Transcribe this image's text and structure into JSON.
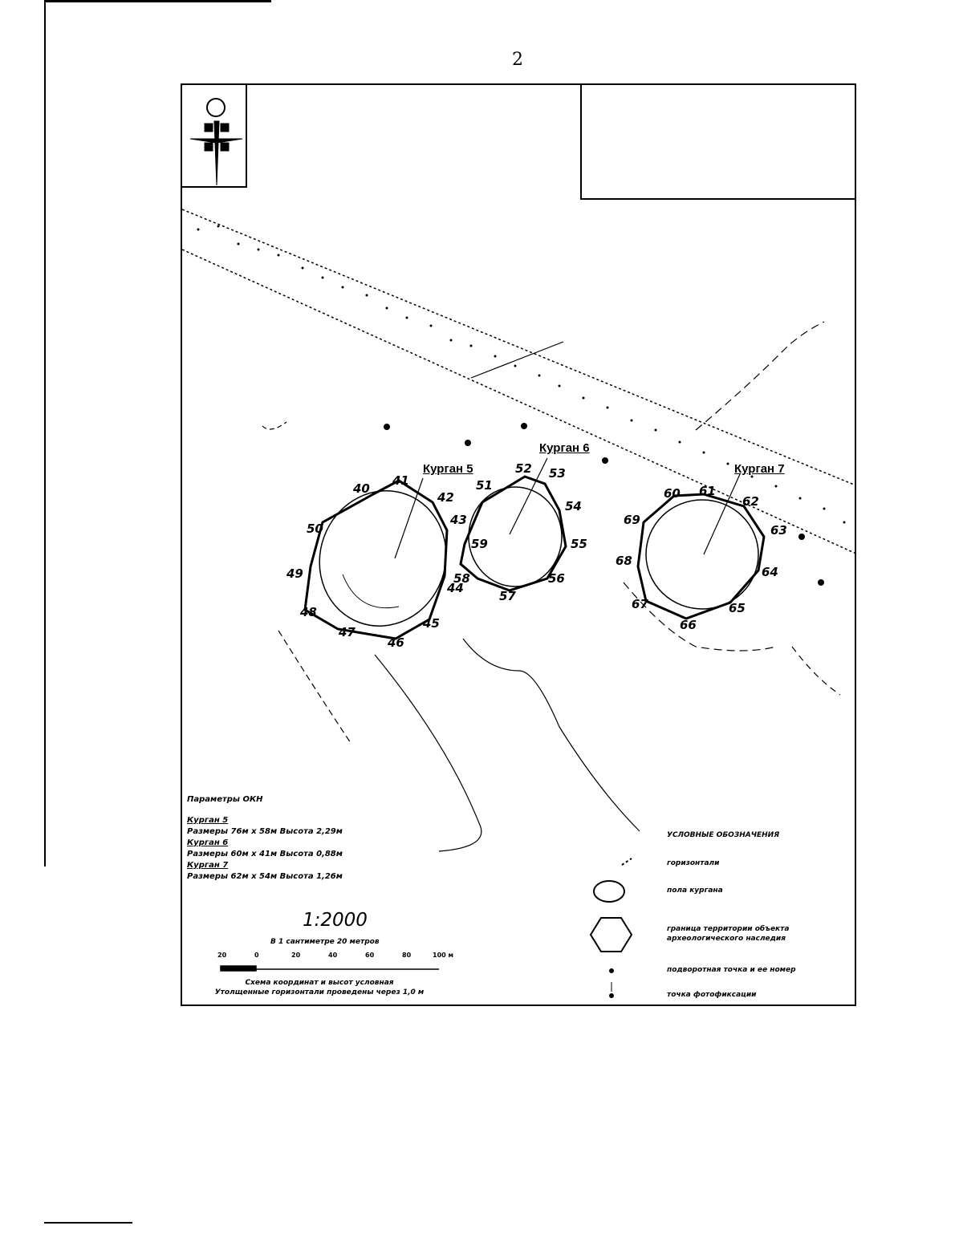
{
  "page": {
    "number": "2"
  },
  "mounds": [
    {
      "name": "Курган 5"
    },
    {
      "name": "Курган 6"
    },
    {
      "name": "Курган 7"
    }
  ],
  "point_labels": [
    "40",
    "41",
    "42",
    "43",
    "44",
    "45",
    "46",
    "47",
    "48",
    "49",
    "50",
    "51",
    "52",
    "53",
    "54",
    "55",
    "56",
    "57",
    "58",
    "59",
    "60",
    "61",
    "62",
    "63",
    "64",
    "65",
    "66",
    "67",
    "68",
    "69"
  ],
  "parameters": {
    "title": "Параметры ОКН",
    "items": [
      {
        "name": "Курган 5",
        "text": "Размеры 76м х 58м Высота 2,29м"
      },
      {
        "name": "Курган 6",
        "text": "Размеры 60м х 41м Высота 0,88м"
      },
      {
        "name": "Курган 7",
        "text": "Размеры 62м х 54м Высота 1,26м"
      }
    ]
  },
  "scale": {
    "ratio": "1:2000",
    "note": "В 1 сантиметре 20 метров",
    "ticks": [
      "20",
      "0",
      "20",
      "40",
      "60",
      "80",
      "100 м"
    ],
    "coord_note_1": "Схема координат и высот условная",
    "coord_note_2": "Утолщенные горизонтали проведены через 1,0 м"
  },
  "legend": {
    "title": "УСЛОВНЫЕ ОБОЗНАЧЕНИЯ",
    "items": [
      {
        "label": "горизонтали",
        "icon": "contour-line-icon"
      },
      {
        "label": "пола кургана",
        "icon": "ellipse-icon"
      },
      {
        "label": "граница территории объекта археологического наследия",
        "icon": "hexagon-icon"
      },
      {
        "label": "подворотная точка и ее номер",
        "icon": "dot-icon"
      },
      {
        "label": "точка фотофиксации",
        "icon": "arrow-point-icon"
      }
    ]
  }
}
